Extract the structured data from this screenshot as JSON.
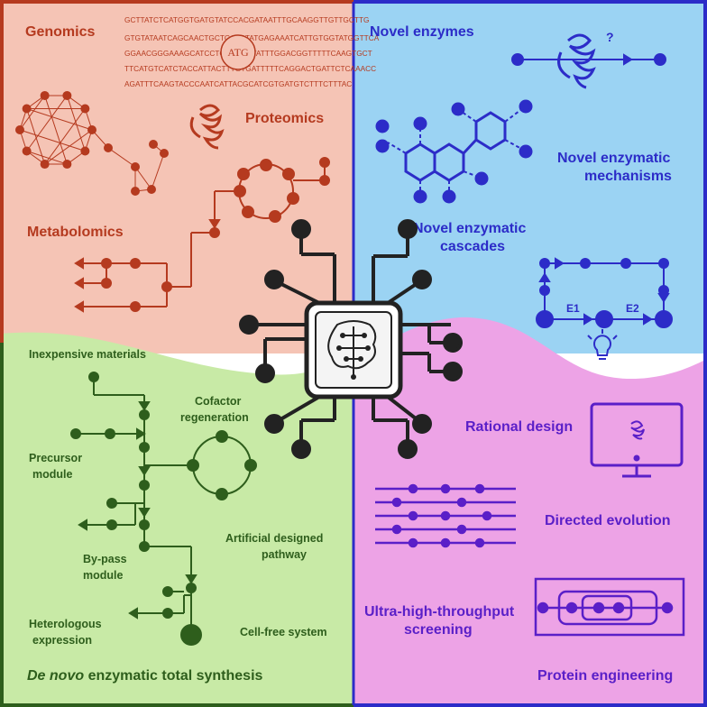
{
  "labels": {
    "genomics": "Genomics",
    "proteomics": "Proteomics",
    "metabolomics": "Metabolomics",
    "novel_enzymes": "Novel enzymes",
    "question_mark": "?",
    "mechanisms_line1": "Novel enzymatic",
    "mechanisms_line2": "mechanisms",
    "cascades_line1": "Novel enzymatic",
    "cascades_line2": "cascades",
    "e1": "E1",
    "e2": "E2",
    "inexpensive": "Inexpensive materials",
    "cofactor_line1": "Cofactor",
    "cofactor_line2": "regeneration",
    "precursor_line1": "Precursor",
    "precursor_line2": "module",
    "artificial_line1": "Artificial designed",
    "artificial_line2": "pathway",
    "bypass_line1": "By-pass",
    "bypass_line2": "module",
    "heterologous_line1": "Heterologous",
    "heterologous_line2": "expression",
    "cellfree": "Cell-free system",
    "denovo_italic": "De novo",
    "denovo_rest": " enzymatic total synthesis",
    "rational": "Rational design",
    "directed": "Directed evolution",
    "uht_line1": "Ultra-high-throughput",
    "uht_line2": "screening",
    "protein_eng": "Protein engineering",
    "atg": "ATG"
  },
  "dna_lines": [
    "GCTTATCTCATGGTGATGTATCCACGATAATTTGCAAGGTTGTTGCTTG",
    "GTGTATAATCAGCAACTGCTGCAATATGAGAAATCATTGTGGTATGGTTCA",
    "GGAACGGGAAAGCATCCTGCTCCGTATTTGGACGGTTTTTCAAGTGCT",
    "TTCATGTCATCTACCATTACTTTGTGATTTTTCAGGACTGATTCTCAAACC",
    "AGATTTCAAGTACCCAATCATTACGCATCGTGATGTCTTTCTTTAC"
  ],
  "colors": {
    "quadrant_red": "#f5c4b5",
    "quadrant_blue": "#9bd3f3",
    "quadrant_green": "#c8eaa6",
    "quadrant_purple": "#eda3e6",
    "red": "#b53a1f",
    "blue": "#2c2cc8",
    "green": "#2e5e1c",
    "purple": "#5a1fc8",
    "hub": "#222222"
  },
  "icons": {
    "network": "protein-interaction-network-icon",
    "protein": "protein-structure-icon",
    "hub": "ai-brain-chip-icon",
    "bulb": "lightbulb-icon",
    "monitor": "computer-monitor-icon"
  }
}
